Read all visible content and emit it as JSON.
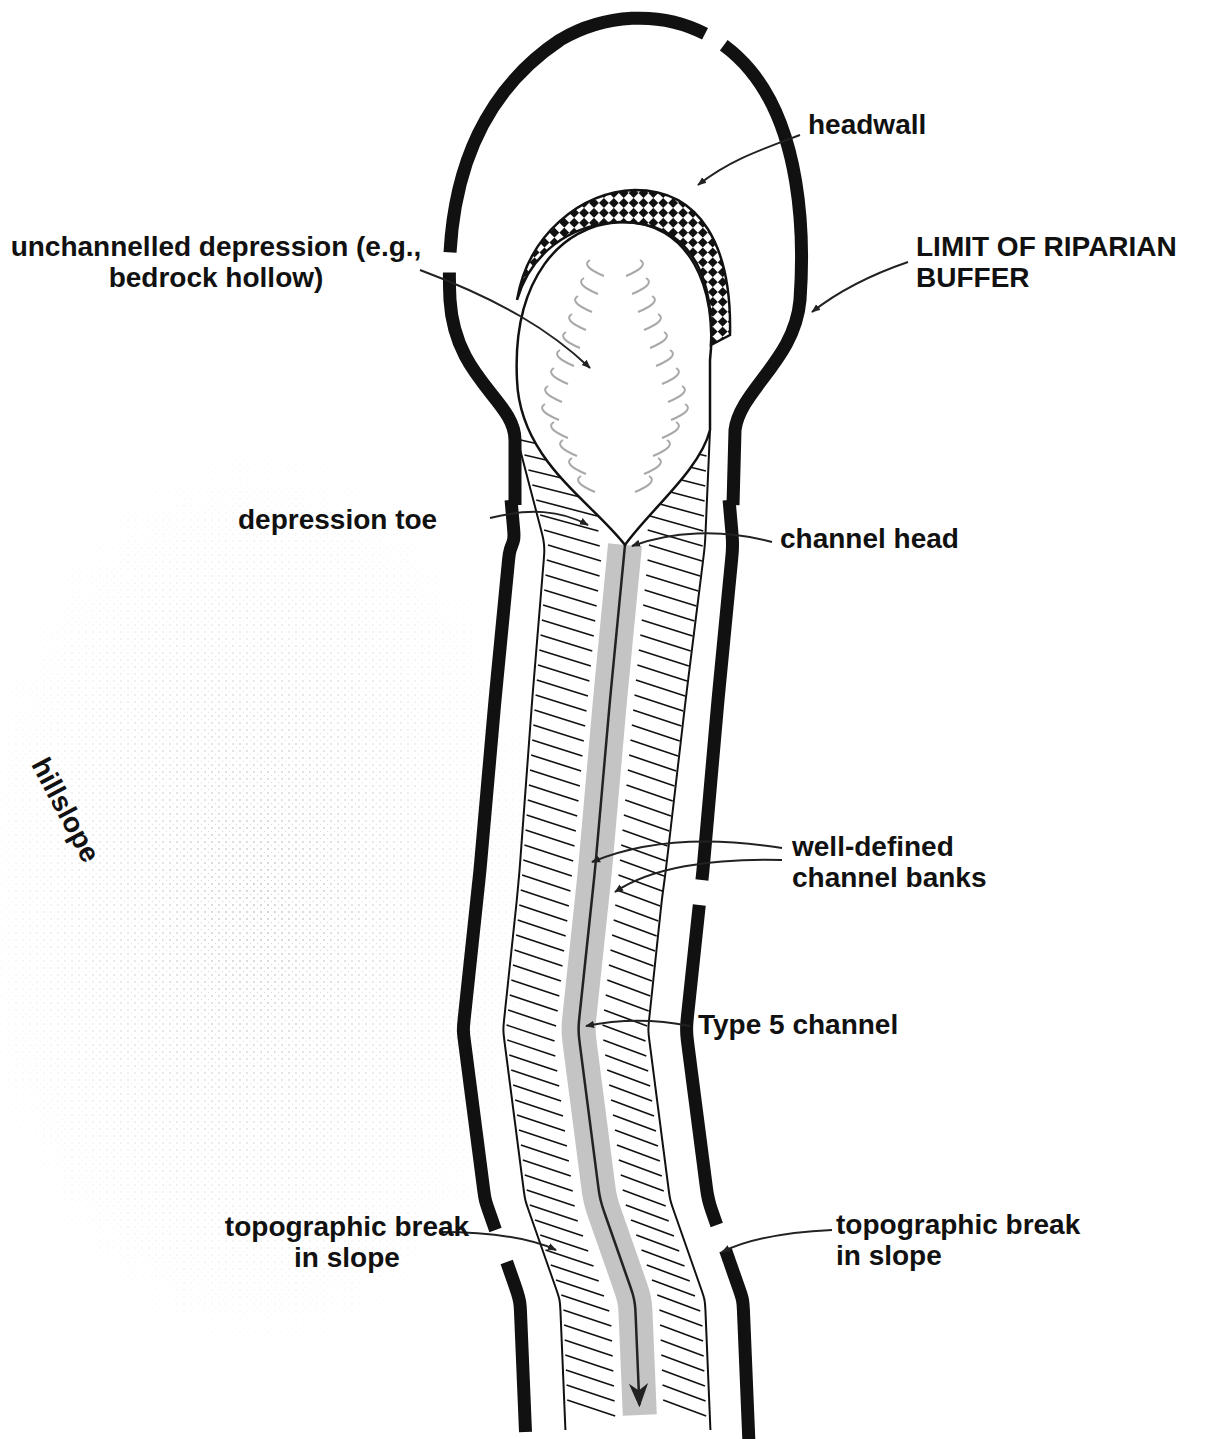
{
  "diagram": {
    "labels": [
      "headwall",
      "LIMIT OF RIPARIAN BUFFER",
      "unchannelled depression (e.g., bedrock hollow)",
      "depression toe",
      "channel head",
      "well-defined channel banks",
      "Type 5 channel",
      "topographic break in slope",
      "topographic break in slope",
      "hillslope"
    ]
  }
}
